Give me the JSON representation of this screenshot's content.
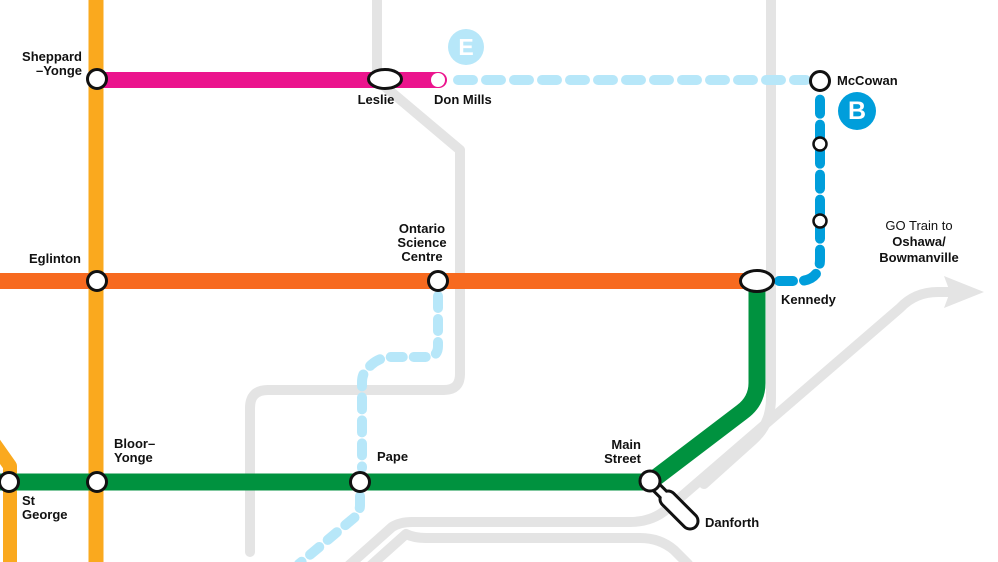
{
  "palette": {
    "line1_yellow": "#FAA91E",
    "line2_green": "#00923F",
    "line4_pink": "#EB148D",
    "line5_orange": "#F76A1F",
    "line_b_blue": "#009EDB",
    "line_e_lightblue": "#B7E7F9",
    "go_gray": "#E4E4E4",
    "label_color": "#111111"
  },
  "badges": {
    "e": "E",
    "b": "B"
  },
  "stations": {
    "sheppard_yonge": {
      "line1": "Sheppard",
      "line2": "–Yonge"
    },
    "leslie": {
      "label": "Leslie"
    },
    "don_mills": {
      "label": "Don Mills"
    },
    "mccowan": {
      "label": "McCowan"
    },
    "eglinton": {
      "label": "Eglinton"
    },
    "ontario_science_centre": {
      "line1": "Ontario",
      "line2": "Science",
      "line3": "Centre"
    },
    "kennedy": {
      "label": "Kennedy"
    },
    "bloor_yonge": {
      "line1": "Bloor–",
      "line2": "Yonge"
    },
    "st_george": {
      "line1": "St",
      "line2": "George"
    },
    "pape": {
      "label": "Pape"
    },
    "main_street": {
      "line1": "Main",
      "line2": "Street"
    },
    "danforth": {
      "label": "Danforth"
    }
  },
  "annotations": {
    "go_train": {
      "line1": "GO Train to",
      "line2": "Oshawa/",
      "line3": "Bowmanville"
    }
  }
}
